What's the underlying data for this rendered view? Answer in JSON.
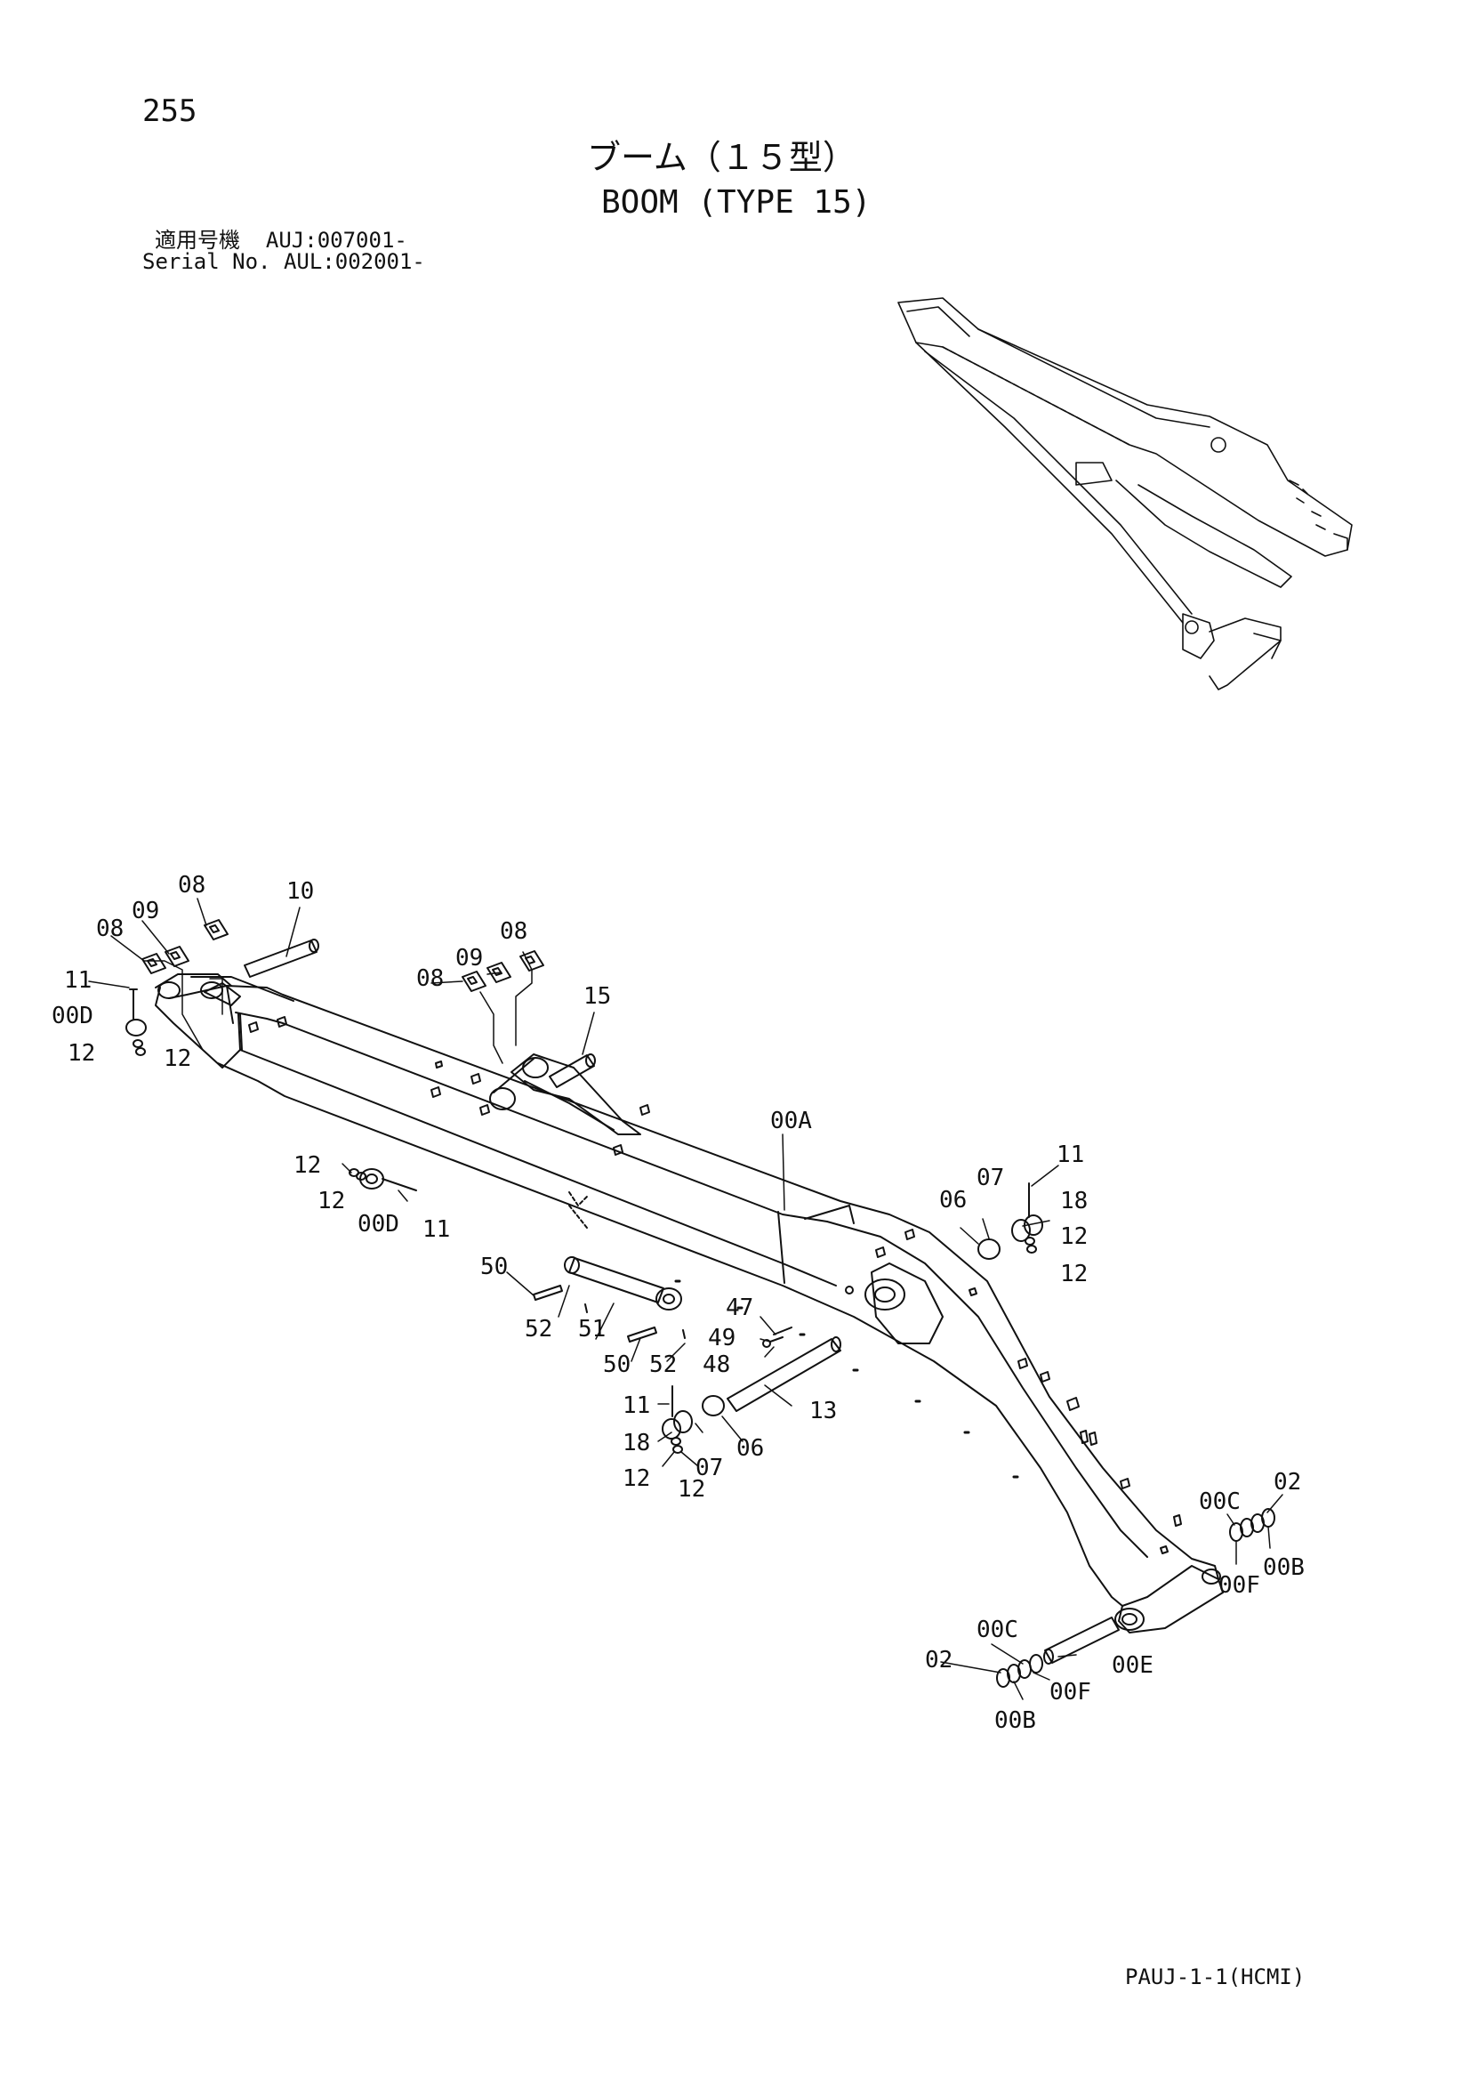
{
  "page_number": "255",
  "title_jp": "ブーム（１５型）",
  "title_en": "BOOM (TYPE 15)",
  "applicability": {
    "line1": "適用号機  AUJ:007001-",
    "line2": "Serial No. AUL:002001-"
  },
  "footer": "PAUJ-1-1(HCMI)",
  "callouts": [
    {
      "id": "c-10",
      "text": "10"
    },
    {
      "id": "c-08-a",
      "text": "08"
    },
    {
      "id": "c-08-b",
      "text": "08"
    },
    {
      "id": "c-09-a",
      "text": "09"
    },
    {
      "id": "c-11-a",
      "text": "11"
    },
    {
      "id": "c-00D-a",
      "text": "00D"
    },
    {
      "id": "c-12-a",
      "text": "12"
    },
    {
      "id": "c-12-b",
      "text": "12"
    },
    {
      "id": "c-08-c",
      "text": "08"
    },
    {
      "id": "c-09-b",
      "text": "09"
    },
    {
      "id": "c-08-d",
      "text": "08"
    },
    {
      "id": "c-15",
      "text": "15"
    },
    {
      "id": "c-00A",
      "text": "00A"
    },
    {
      "id": "c-12-c",
      "text": "12"
    },
    {
      "id": "c-12-d",
      "text": "12"
    },
    {
      "id": "c-00D-b",
      "text": "00D"
    },
    {
      "id": "c-11-b",
      "text": "11"
    },
    {
      "id": "c-11-c",
      "text": "11"
    },
    {
      "id": "c-07-a",
      "text": "07"
    },
    {
      "id": "c-06-a",
      "text": "06"
    },
    {
      "id": "c-18-a",
      "text": "18"
    },
    {
      "id": "c-12-e",
      "text": "12"
    },
    {
      "id": "c-12-f",
      "text": "12"
    },
    {
      "id": "c-50-a",
      "text": "50"
    },
    {
      "id": "c-52-a",
      "text": "52"
    },
    {
      "id": "c-51",
      "text": "51"
    },
    {
      "id": "c-47",
      "text": "47"
    },
    {
      "id": "c-49",
      "text": "49"
    },
    {
      "id": "c-48",
      "text": "48"
    },
    {
      "id": "c-50-b",
      "text": "50"
    },
    {
      "id": "c-52-b",
      "text": "52"
    },
    {
      "id": "c-13",
      "text": "13"
    },
    {
      "id": "c-11-d",
      "text": "11"
    },
    {
      "id": "c-18-b",
      "text": "18"
    },
    {
      "id": "c-07-b",
      "text": "07"
    },
    {
      "id": "c-06-b",
      "text": "06"
    },
    {
      "id": "c-12-g",
      "text": "12"
    },
    {
      "id": "c-12-h",
      "text": "12"
    },
    {
      "id": "c-00C-a",
      "text": "00C"
    },
    {
      "id": "c-02-a",
      "text": "02"
    },
    {
      "id": "c-00B-a",
      "text": "00B"
    },
    {
      "id": "c-00F-a",
      "text": "00F"
    },
    {
      "id": "c-00C-b",
      "text": "00C"
    },
    {
      "id": "c-02-b",
      "text": "02"
    },
    {
      "id": "c-00E",
      "text": "00E"
    },
    {
      "id": "c-00F-b",
      "text": "00F"
    },
    {
      "id": "c-00B-b",
      "text": "00B"
    }
  ]
}
